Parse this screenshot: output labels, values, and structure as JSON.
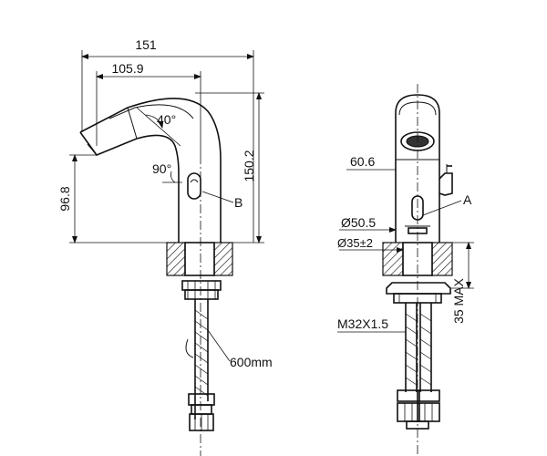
{
  "side_view": {
    "overall_length": "151",
    "spout_reach": "105.9",
    "spout_angle": "40°",
    "sensor_angle": "90°",
    "spout_height": "96.8",
    "total_height": "150.2",
    "callout_b": "B",
    "hose_length": "600mm"
  },
  "front_view": {
    "sensor_height": "60.6",
    "callout_a": "A",
    "base_diameter": "Ø50.5",
    "hole_diameter": "Ø35±2",
    "deck_thickness": "35 MAX",
    "thread_size": "M32X1.5"
  }
}
